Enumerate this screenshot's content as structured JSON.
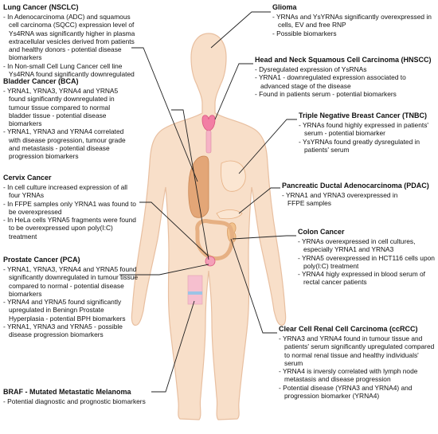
{
  "colors": {
    "skin": "#f8dfc9",
    "skin_outline": "#e8bfa0",
    "thyroid": "#f27ea4",
    "lung": "#e3a677",
    "lung_dark": "#c98652",
    "organ": "#fbe6d2",
    "organ_outline": "#e6b083",
    "kidney": "#f2c28e",
    "bladder": "#f4a0b8",
    "skin_patch": "#f6bfcf",
    "skin_patch_band": "#9cc4e6",
    "line": "#222222"
  },
  "sections": [
    {
      "id": "lung",
      "title": "Lung Cancer (NSCLC)",
      "items": [
        "In Adenocarcinoma (ADC) and squamous cell carcinoma (SQCC) expression level of Ys4RNA was significantly higher in plasma extracellular vesicles derived from patients and healthy donors - potential disease biomarkers",
        "In Non-small Cell Lung Cancer cell line Ys4RNA found significantly downregulated"
      ]
    },
    {
      "id": "bladder",
      "title": "Bladder Cancer (BCA)",
      "items": [
        "YRNA1, YRNA3, YRNA4 and YRNA5 found significantly downregulated in tumour tissue compared to normal bladder tissue - potential disease biomarkers",
        "YRNA1, YRNA3 and YRNA4 correlated with disease progression, tumour grade and metastasis - potential disease progression biomarkers"
      ]
    },
    {
      "id": "cervix",
      "title": "Cervix Cancer",
      "items": [
        "In cell culture increased expression of all four YRNAs",
        "In FFPE samples only YRNA1 was found to be overexpressed",
        "In HeLa cells YRNA5 fragments were found to be overexpressed upon poly(I:C) treatment"
      ]
    },
    {
      "id": "prostate",
      "title": "Prostate Cancer (PCA)",
      "items": [
        "YRNA1, YRNA3, YRNA4 and YRNA5 found significantly downregulated in tumour tissue compared to normal - potential disease biomarkers",
        "YRNA4 and YRNA5 found significantly upregulated in Beningn Prostate Hyperplasia - potential BPH biomarkers",
        "YRNA1, YRNA3 and YRNA5 - possible disease progression biomarkers"
      ]
    },
    {
      "id": "braf",
      "title": "BRAF - Mutated Metastatic Melanoma",
      "items": [
        "Potential diagnostic and prognostic biomarkers"
      ]
    },
    {
      "id": "glioma",
      "title": "Glioma",
      "items": [
        "YRNAs and YsYRNAs significantly overexpressed in cells, EV and free RNP",
        "Possible biomarkers"
      ]
    },
    {
      "id": "hnscc",
      "title": "Head and Neck Squamous Cell Carcinoma (HNSCC)",
      "items": [
        "Dysregulated expression of YsRNAs",
        "YRNA1 - downregulated expression associated to advanced stage of the disease",
        "Found in patients serum - potential biomarkers"
      ]
    },
    {
      "id": "tnbc",
      "title": "Triple Negative Breast Cancer (TNBC)",
      "items": [
        "YRNAs found highly expressed in patients' serum - potential biomarker",
        "YsYRNAs found greatly dysregulated in patients' serum"
      ]
    },
    {
      "id": "pdac",
      "title": "Pancreatic Ductal Adenocarcinoma (PDAC)",
      "items": [
        "YRNA1 and YRNA3 overexpressed in FFPE samples"
      ]
    },
    {
      "id": "colon",
      "title": "Colon Cancer",
      "items": [
        "YRNAs overexpressed in cell cultures, especially YRNA1 and YRNA3",
        "YRNA5 overexpressed in HCT116 cells upon poly(I:C) treatment",
        "YRNA4 higly expressed in blood serum of rectal cancer patients"
      ]
    },
    {
      "id": "ccrcc",
      "title": "Clear Cell Renal Cell Carcinoma (ccRCC)",
      "items": [
        "YRNA3 and YRNA4 found in tumour tissue and patients' serum significantly upregulated compared to normal renal tissue and healthy individuals' serum",
        "YRNA4 is inversly correlated with lymph node metastasis and disease progression",
        "Potential disease (YRNA3 and YRNA4) and progression biomarker (YRNA4)"
      ]
    }
  ]
}
